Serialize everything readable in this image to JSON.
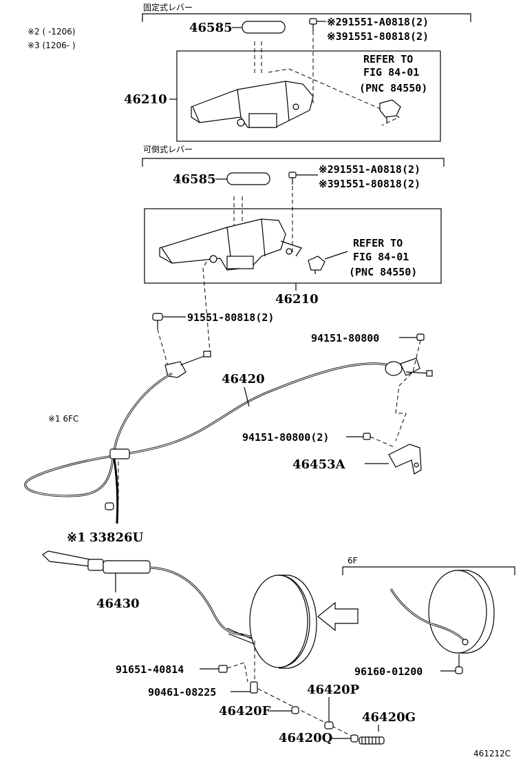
{
  "notes": {
    "note2": "※2 (    -1206)",
    "note3": "※3 (1206-    )",
    "note1": "※1 6FC"
  },
  "section_fixed": {
    "label": "固定式レバー"
  },
  "section_tilt": {
    "label": "可倒式レバー"
  },
  "section_6f": {
    "label": "6F"
  },
  "parts": {
    "p46585_a": "46585",
    "p91551_a0818_a": "※291551-A0818(2)",
    "p91551_80818_a": "※391551-80818(2)",
    "p46210_a": "46210",
    "refer_a_1": "REFER TO",
    "refer_a_2": "FIG 84-01",
    "refer_a_3": "(PNC 84550)",
    "p46585_b": "46585",
    "p91551_a0818_b": "※291551-A0818(2)",
    "p91551_80818_b": "※391551-80818(2)",
    "refer_b_1": "REFER TO",
    "refer_b_2": "FIG 84-01",
    "refer_b_3": "(PNC 84550)",
    "p46210_b": "46210",
    "p91551_80818_c": "91551-80818(2)",
    "p94151_80800": "94151-80800",
    "p46420": "46420",
    "p94151_80800_2": "94151-80800(2)",
    "p46453A": "46453A",
    "p33826U_prefix": "※1",
    "p33826U": "33826U",
    "p46430": "46430",
    "p91651_40814": "91651-40814",
    "p90461_08225": "90461-08225",
    "p46420P": "46420P",
    "p46420F": "46420F",
    "p46420G": "46420G",
    "p46420Q": "46420Q",
    "p96160_01200": "96160-01200"
  },
  "figure_id": "461212C"
}
